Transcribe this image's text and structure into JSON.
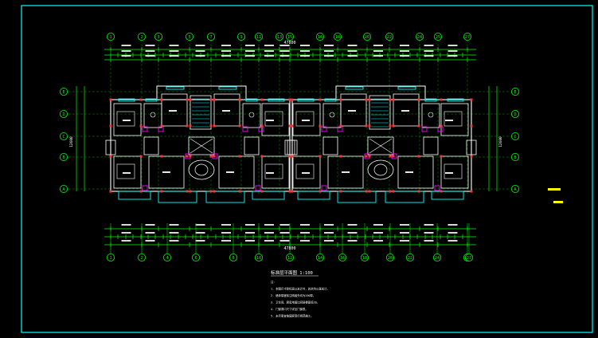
{
  "drawing": {
    "title": "标准层平面图 1:100",
    "notes": [
      "注：",
      "1. 本图尺寸除标高以米计外，其余均以毫米计。",
      "2. 墙体厚度除注明者外均为200厚。",
      "3. 卫生间、厨房地面比同层楼面低20。",
      "4. 门窗洞口尺寸详见门窗表。",
      "5. 未尽事宜按国家现行规范施工。"
    ]
  },
  "axes": {
    "top": [
      "1",
      "2",
      "3",
      "5",
      "7",
      "9",
      "11",
      "13",
      "15",
      "16",
      "18",
      "20",
      "22",
      "24",
      "25",
      "27"
    ],
    "bottom": [
      "1",
      "2",
      "4",
      "6",
      "8",
      "10",
      "12",
      "14",
      "16",
      "18",
      "20",
      "22",
      "24",
      "26",
      "27"
    ],
    "left": [
      "E",
      "D",
      "C",
      "B",
      "A"
    ],
    "right": [
      "E",
      "D",
      "C",
      "B",
      "A"
    ]
  },
  "dimensions": {
    "overall_top": "47800",
    "overall_bottom": "47800",
    "left_total": "12600",
    "right_total": "12600"
  },
  "colors": {
    "frame": "#00ffff",
    "axis": "#00ff00",
    "wall": "#ffffff",
    "column": "#ff3333",
    "window": "#00ffff",
    "door": "#ff00ff",
    "text": "#ffffff",
    "legend": "#ffff00"
  }
}
